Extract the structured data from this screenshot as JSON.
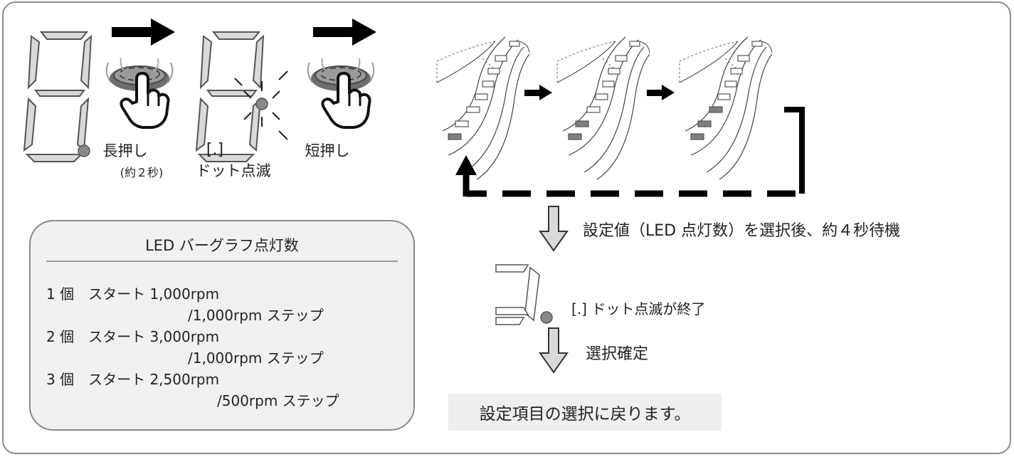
{
  "steps": {
    "long_press": "長押し",
    "long_press_duration": "(約２秒)",
    "dot_symbol": "[.]",
    "dot_blink": "ドット点滅",
    "short_press": "短押し"
  },
  "flow": {
    "wait_label": "設定値（LED 点灯数）を選択後、約４秒待機",
    "dot_blink_end": "[.] ドット点滅が終了",
    "confirm": "選択確定",
    "return_label": "設定項目の選択に戻ります。"
  },
  "led_count_panel": {
    "title": "LED バーグラフ点灯数",
    "lines": [
      "1 個　スタート 1,000rpm",
      "/1,000rpm ステップ",
      "2 個　スタート 3,000rpm",
      "/1,000rpm ステップ",
      "3 個　スタート 2,500rpm",
      "/500rpm ステップ"
    ]
  },
  "led_bargraph_stages": [
    {
      "lit_count": 1
    },
    {
      "lit_count": 2
    },
    {
      "lit_count": 3
    }
  ],
  "colors": {
    "segment_fill": "#d9d9d9",
    "segment_stroke": "#555555",
    "lit_led": "#7f7f7f",
    "arrow_dark": "#000000",
    "down_arrow_fill": "#d9d9d9",
    "panel_bg": "#f1f1f1",
    "result_bg": "#efefef",
    "outer_border": "#8c8c8c"
  }
}
